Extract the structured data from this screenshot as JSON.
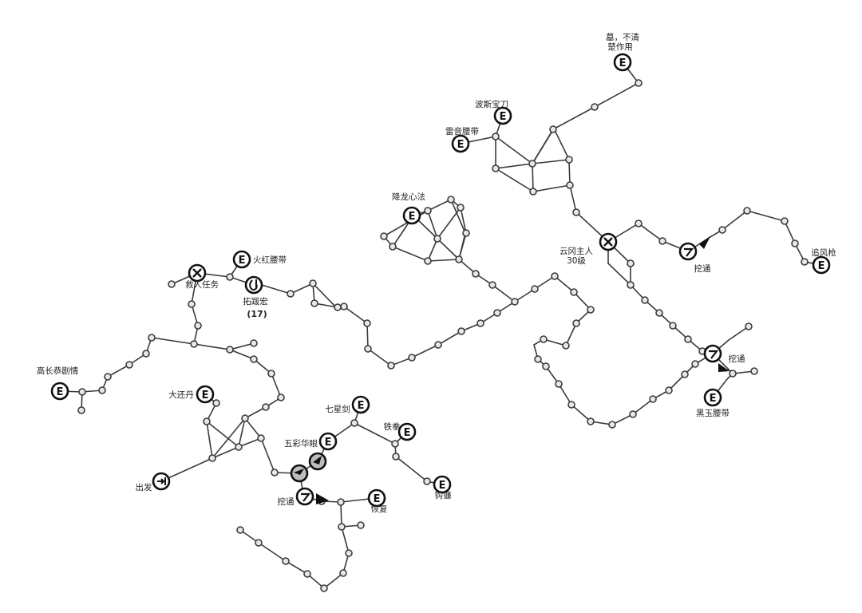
{
  "map": {
    "labels": {
      "tomb": [
        "墓，不清",
        "楚作用"
      ],
      "persian_blade": "波斯宝刀",
      "thunder_belt": "雷音腰带",
      "dragon_method": "降龙心法",
      "yungang_master": [
        "云冈主人",
        "30级"
      ],
      "dig_east": "挖通",
      "chase_spear": "追风枪",
      "fire_belt": "火红腰带",
      "rescue_quest": "救人任务",
      "tuoba_hong": [
        "拓跋宏",
        "(17)"
      ],
      "gao_changgong": "高长恭剧情",
      "da_huan_dan": "大还丹",
      "qixing_sword": "七星剑",
      "iron_fist": "铁拳",
      "wucai_eye": "五彩华眼",
      "hook_sickle": "钩镰",
      "start": "出发",
      "dig_south": "挖通",
      "recover": "恢复",
      "dig_southeast": "挖通",
      "black_jade_belt": "黑玉腰带"
    },
    "marker_glyphs": {
      "equipment": "E"
    },
    "icons": {
      "equipment": "equipment-e-icon",
      "battle": "crossed-swords-icon",
      "npc": "tuoba-hong-icon",
      "dig": "pickaxe-icon",
      "start": "exit-door-icon",
      "trap": "trap-icon"
    }
  }
}
